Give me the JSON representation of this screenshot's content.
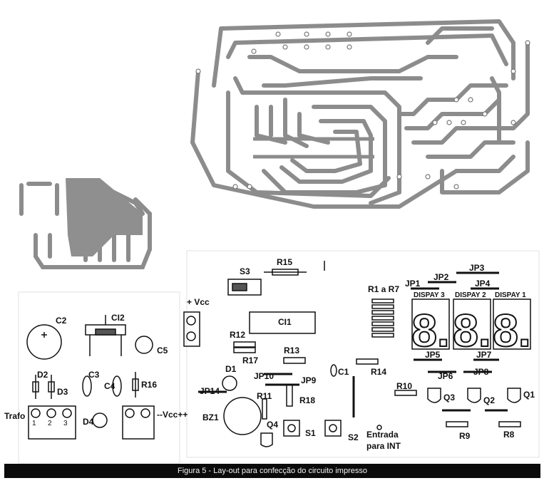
{
  "caption": "Figura 5 - Lay-out para confecção do circuito impresso",
  "supply": {
    "vcc_plus": "+ Vcc",
    "vcc_minus": "--Vcc++",
    "trafo": "Trafo"
  },
  "components": {
    "c1": "C1",
    "c2": "C2",
    "c3": "C3",
    "c4": "C4",
    "c5": "C5",
    "ci1": "CI1",
    "ci2": "CI2",
    "d1": "D1",
    "d2": "D2",
    "d3": "D3",
    "d4": "D4",
    "r1_r7": "R1 a R7",
    "r8": "R8",
    "r9": "R9",
    "r10": "R10",
    "r11": "R11",
    "r12": "R12",
    "r13": "R13",
    "r14": "R14",
    "r15": "R15",
    "r16": "R16",
    "r17": "R17",
    "r18": "R18",
    "q1": "Q1",
    "q2": "Q2",
    "q3": "Q3",
    "q4": "Q4",
    "s1": "S1",
    "s2": "S2",
    "s3": "S3",
    "bz1": "BZ1",
    "jp1": "JP1",
    "jp2": "JP2",
    "jp3": "JP3",
    "jp4": "JP4",
    "jp5": "JP5",
    "jp6": "JP6",
    "jp7": "JP7",
    "jp8": "JP8",
    "jp9": "JP9",
    "jp10": "JP10",
    "jp14": "JP14"
  },
  "displays": {
    "d3": "DISPAY 3",
    "d2": "DISPAY 2",
    "d1": "DISPAY 1",
    "digit": "8."
  },
  "entrada": {
    "line1": "Entrada",
    "line2": "para INT"
  },
  "pins": {
    "p1": "1",
    "p2": "2",
    "p3": "3"
  }
}
